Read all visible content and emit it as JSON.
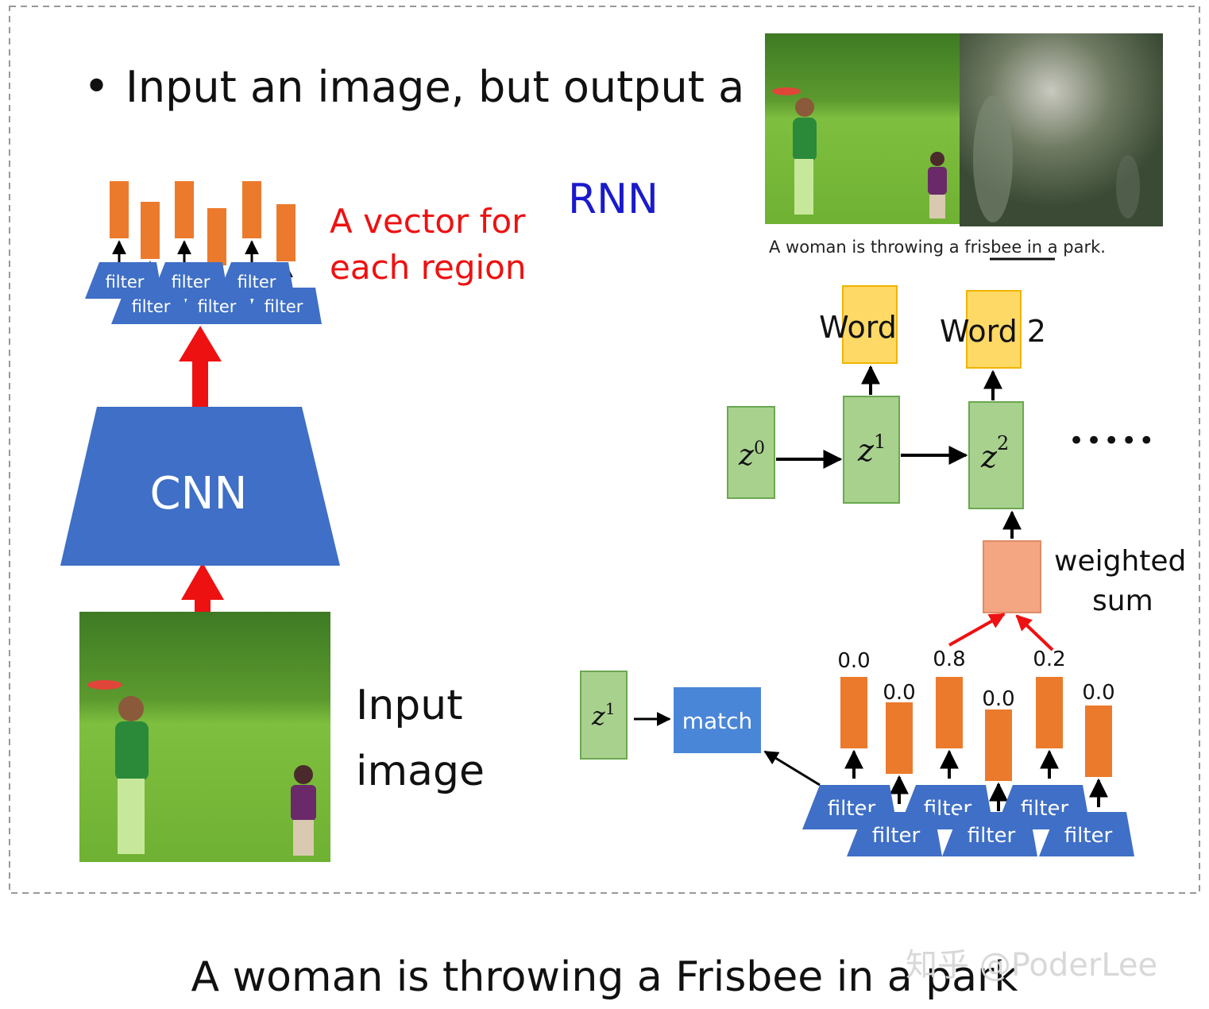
{
  "slide": {
    "bullet": "•",
    "heading": "Input an image, but output a",
    "rnn_label": "RNN",
    "vector_label_line1": "A vector for",
    "vector_label_line2": "each region",
    "cnn_label": "CNN",
    "input_label_line1": "Input",
    "input_label_line2": "image",
    "photo_caption_pre": "A woman is throwing a ",
    "photo_caption_key": "frisbee",
    "photo_caption_post": " in a park.",
    "filter_label": "filter",
    "word1": "Word",
    "word2": "Word 2",
    "z0": "z",
    "z0_sup": "0",
    "z1": "z",
    "z1_sup": "1",
    "z2": "z",
    "z2_sup": "2",
    "ellipsis": "•••••",
    "weighted_line1": "weighted",
    "weighted_line2": "sum",
    "match_label": "match",
    "weights": [
      "0.0",
      "0.0",
      "0.8",
      "0.0",
      "0.2",
      "0.0"
    ]
  },
  "caption": "A woman is throwing a Frisbee in a park",
  "watermark": "知乎 @PoderLee",
  "colors": {
    "orange": "#ec7a2c",
    "blue": "#3f6fc6",
    "green": "#a9d18e",
    "yellow": "#ffd966",
    "salmon": "#f4a582",
    "red_arrow": "#ee1111",
    "rnn_text": "#1a1acc",
    "red_text": "#ee1111"
  }
}
